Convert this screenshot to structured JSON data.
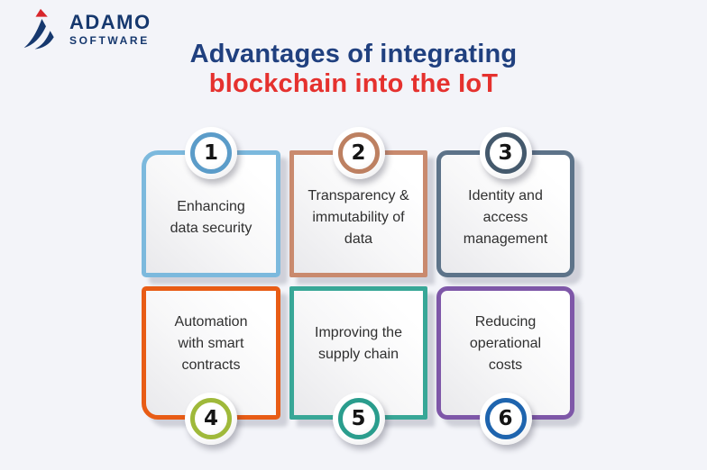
{
  "background_color": "#f3f4f9",
  "logo": {
    "name": "ADAMO",
    "subname": "SOFTWARE",
    "text_color": "#16386e",
    "mark_navy": "#16386e",
    "mark_red": "#d8262c"
  },
  "title": {
    "line1": "Advantages of integrating",
    "line2": "blockchain into the IoT",
    "line1_color": "#20407f",
    "line2_color": "#e5312e"
  },
  "cards": [
    {
      "number": "1",
      "text": "Enhancing\ndata security",
      "border_color": "#7cb9dd",
      "ring_color": "#5b9cc9"
    },
    {
      "number": "2",
      "text": "Transparency &\nimmutability of\ndata",
      "border_color": "#c98a6e",
      "ring_color": "#bd8061"
    },
    {
      "number": "3",
      "text": "Identity and\naccess\nmanagement",
      "border_color": "#5d7389",
      "ring_color": "#44596c"
    },
    {
      "number": "4",
      "text": "Automation\nwith smart\ncontracts",
      "border_color": "#e85c15",
      "ring_color": "#9fb93a"
    },
    {
      "number": "5",
      "text": "Improving the\nsupply chain",
      "border_color": "#38a797",
      "ring_color": "#2a9d8d"
    },
    {
      "number": "6",
      "text": "Reducing\noperational\ncosts",
      "border_color": "#7e57a8",
      "ring_color": "#1e64ae"
    }
  ]
}
